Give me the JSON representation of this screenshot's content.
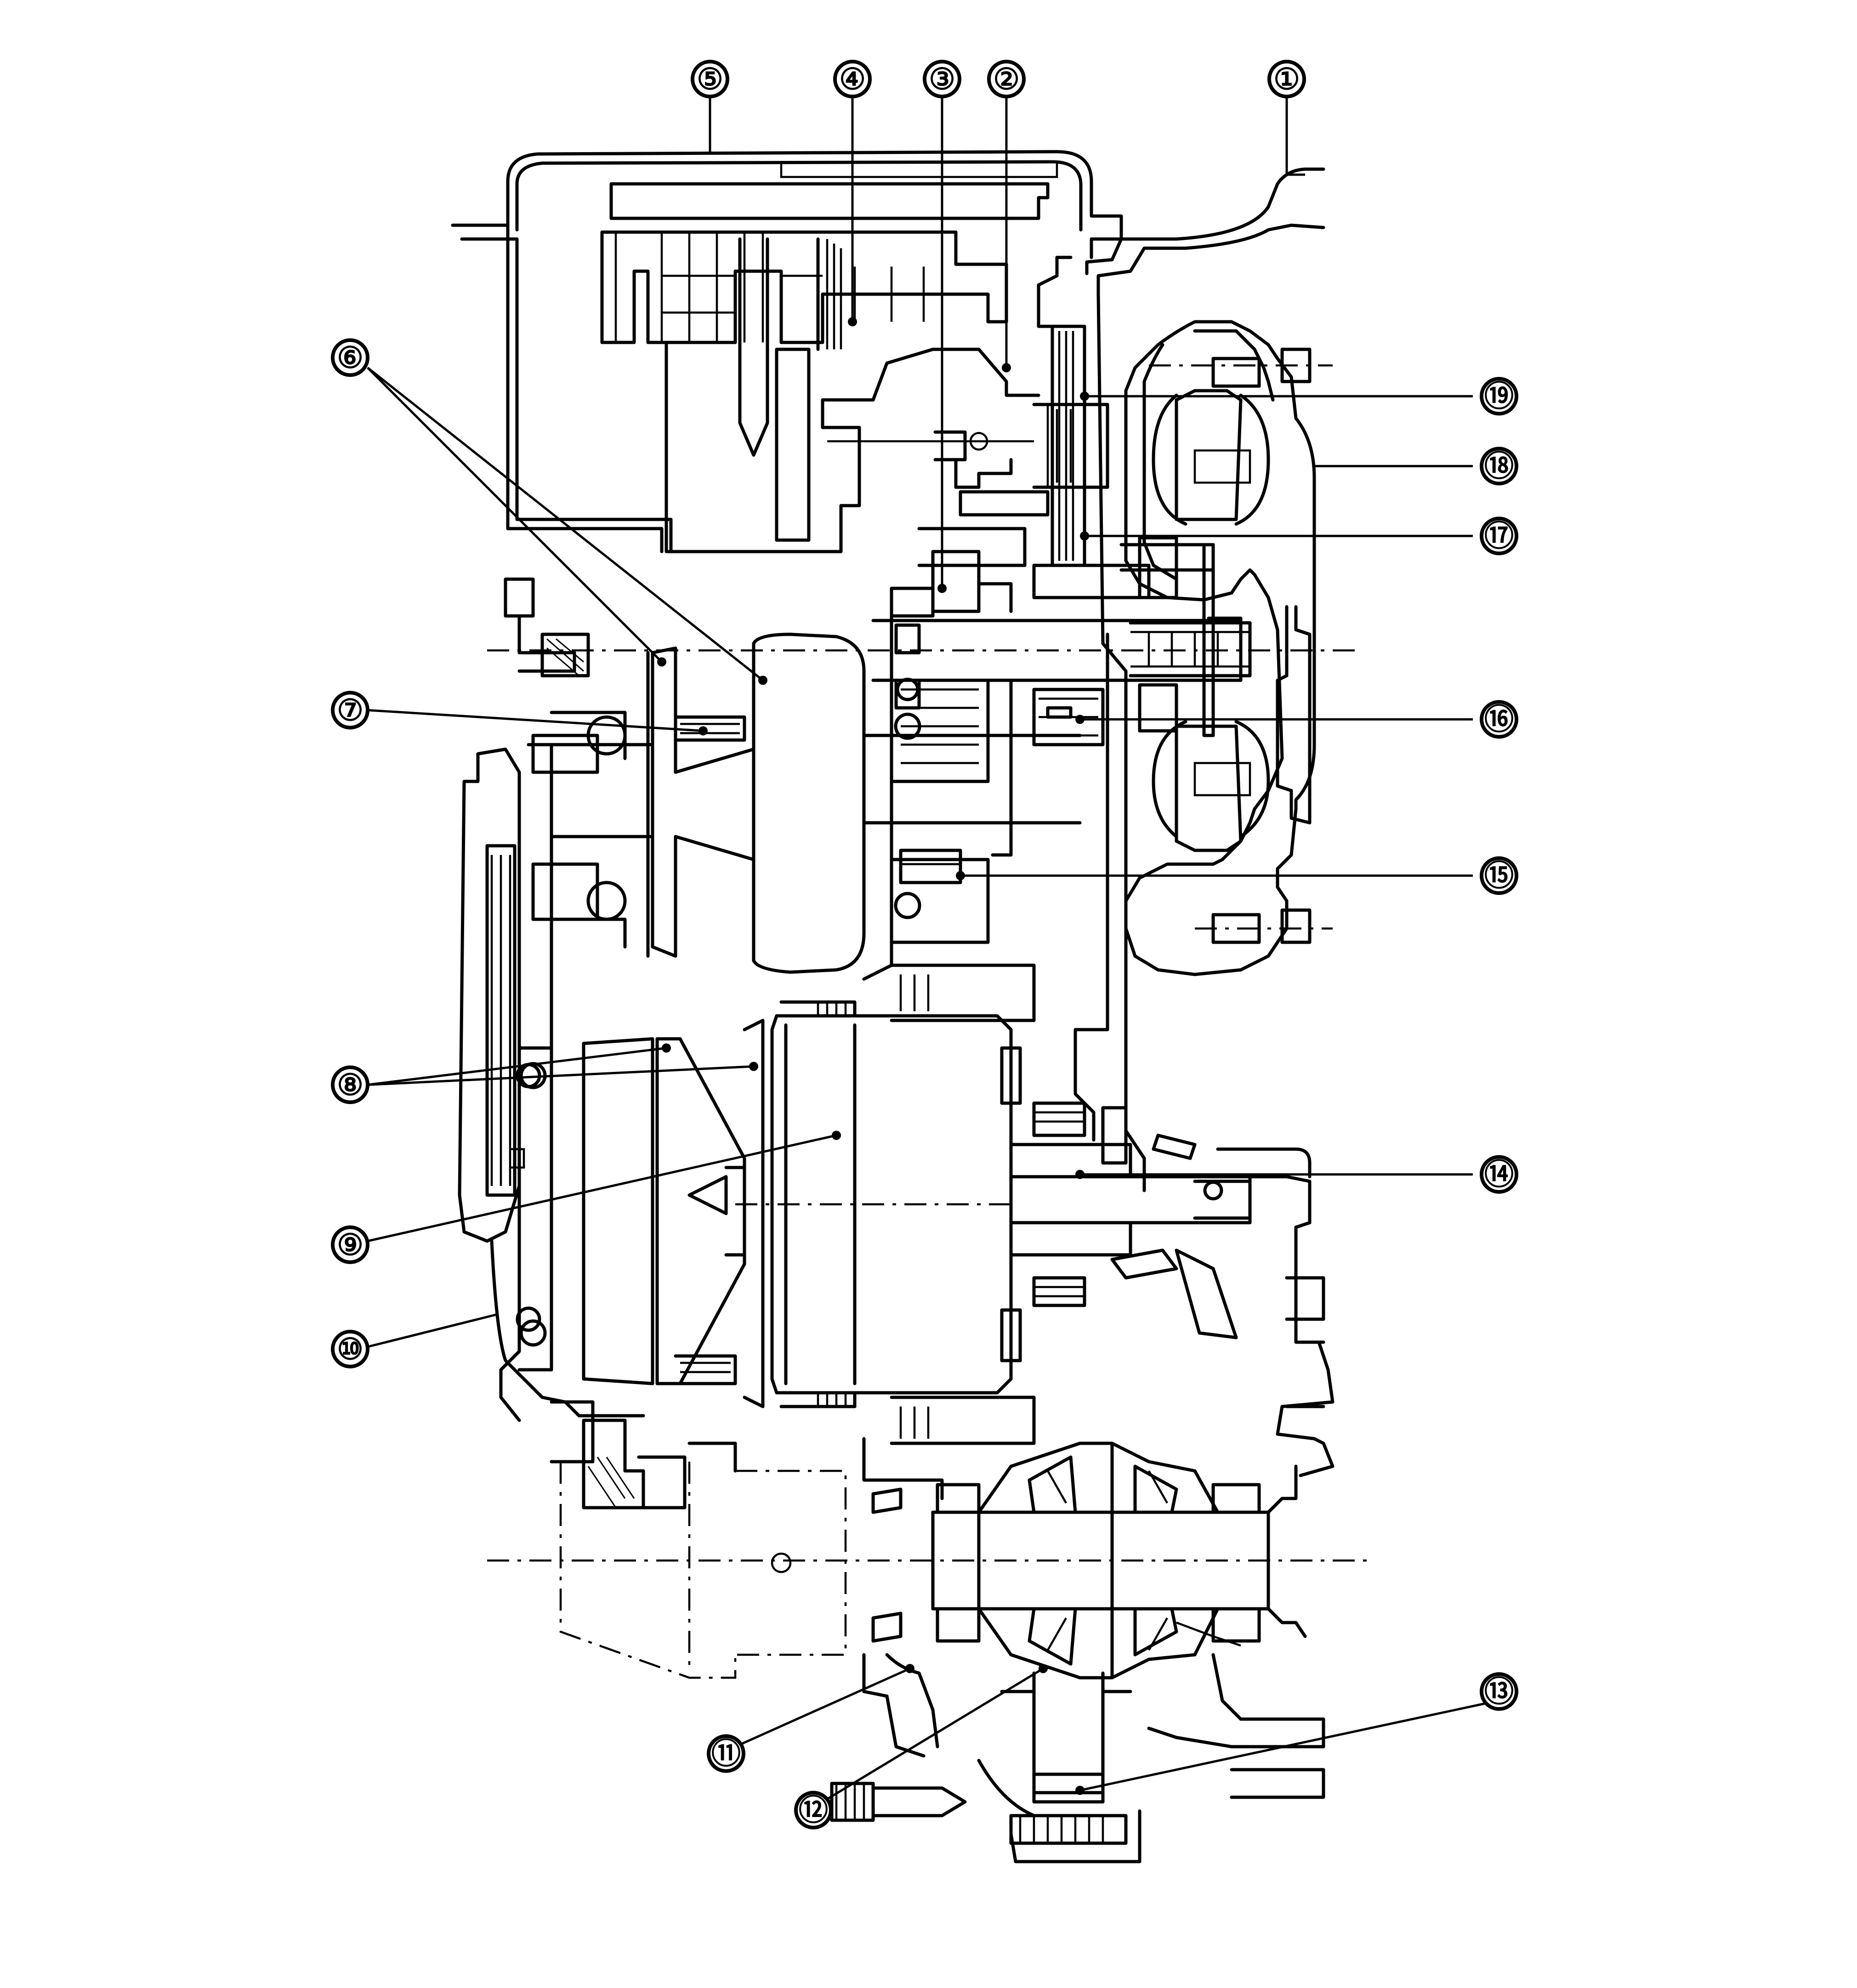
{
  "callouts": [
    {
      "id": "1",
      "label": "①"
    },
    {
      "id": "2",
      "label": "②"
    },
    {
      "id": "3",
      "label": "③"
    },
    {
      "id": "4",
      "label": "④"
    },
    {
      "id": "5",
      "label": "⑤"
    },
    {
      "id": "6",
      "label": "⑥"
    },
    {
      "id": "7",
      "label": "⑦"
    },
    {
      "id": "8",
      "label": "⑧"
    },
    {
      "id": "9",
      "label": "⑨"
    },
    {
      "id": "10",
      "label": "⑩"
    },
    {
      "id": "11",
      "label": "⑪"
    },
    {
      "id": "12",
      "label": "⑫"
    },
    {
      "id": "13",
      "label": "⑬"
    },
    {
      "id": "14",
      "label": "⑭"
    },
    {
      "id": "15",
      "label": "⑮"
    },
    {
      "id": "16",
      "label": "⑯"
    },
    {
      "id": "17",
      "label": "⑰"
    },
    {
      "id": "18",
      "label": "⑱"
    },
    {
      "id": "19",
      "label": "⑲"
    }
  ]
}
